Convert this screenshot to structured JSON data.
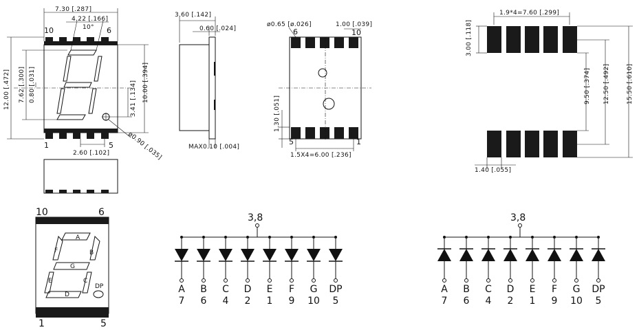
{
  "front_view": {
    "dim_width_total": "7.30 [.287]",
    "dim_digit_width": "4.22 [.166]",
    "dim_slant": "10°",
    "dim_height_total": "12.00 [.472]",
    "dim_digit_height": "7.62 [.300]",
    "dim_segment": "0.80 [.031]",
    "dim_body_height": "10.00 [.394]",
    "dim_dp_offset": "3.41 [.134]",
    "dim_dp_dia": "ø0.90 [.035]",
    "dim_bottom": "2.60 [.102]",
    "pin_10": "10",
    "pin_6": "6",
    "pin_1": "1",
    "pin_5": "5"
  },
  "side_view": {
    "dim_depth": "3.60 [.142]",
    "dim_lead": "0.60 [.024]",
    "dim_max": "MAX0.10 [.004]"
  },
  "back_view": {
    "dim_hole": "ø0.65 [ø.026]",
    "dim_pitch_top": "1.00 [.039]",
    "dim_pad_h": "1.30 [.051]",
    "dim_pitch_bottom": "1.5X4=6.00 [.236]",
    "pin_6": "6",
    "pin_10": "10",
    "pin_5": "5",
    "pin_1": "1"
  },
  "footprint": {
    "dim_pitch": "1.9*4=7.60 [.299]",
    "dim_pad_len": "3.00 [.118]",
    "dim_inner": "9.50 [.374]",
    "dim_mid": "12.50 [.492]",
    "dim_outer": "15.50 [.610]",
    "dim_pad_w": "1.40 [.055]"
  },
  "pin_diagram": {
    "pin_10": "10",
    "pin_6": "6",
    "pin_1": "1",
    "pin_5": "5",
    "seg_a": "A",
    "seg_b": "B",
    "seg_c": "C",
    "seg_d": "D",
    "seg_e": "E",
    "seg_f": "F",
    "seg_g": "G",
    "seg_dp": "DP"
  },
  "circuit_left": {
    "common_label": "3,8",
    "segments": [
      "A",
      "B",
      "C",
      "D",
      "E",
      "F",
      "G",
      "DP"
    ],
    "pins": [
      "7",
      "6",
      "4",
      "2",
      "1",
      "9",
      "10",
      "5"
    ]
  },
  "circuit_right": {
    "common_label": "3,8",
    "segments": [
      "A",
      "B",
      "C",
      "D",
      "E",
      "F",
      "G",
      "DP"
    ],
    "pins": [
      "7",
      "6",
      "4",
      "2",
      "1",
      "9",
      "10",
      "5"
    ]
  }
}
